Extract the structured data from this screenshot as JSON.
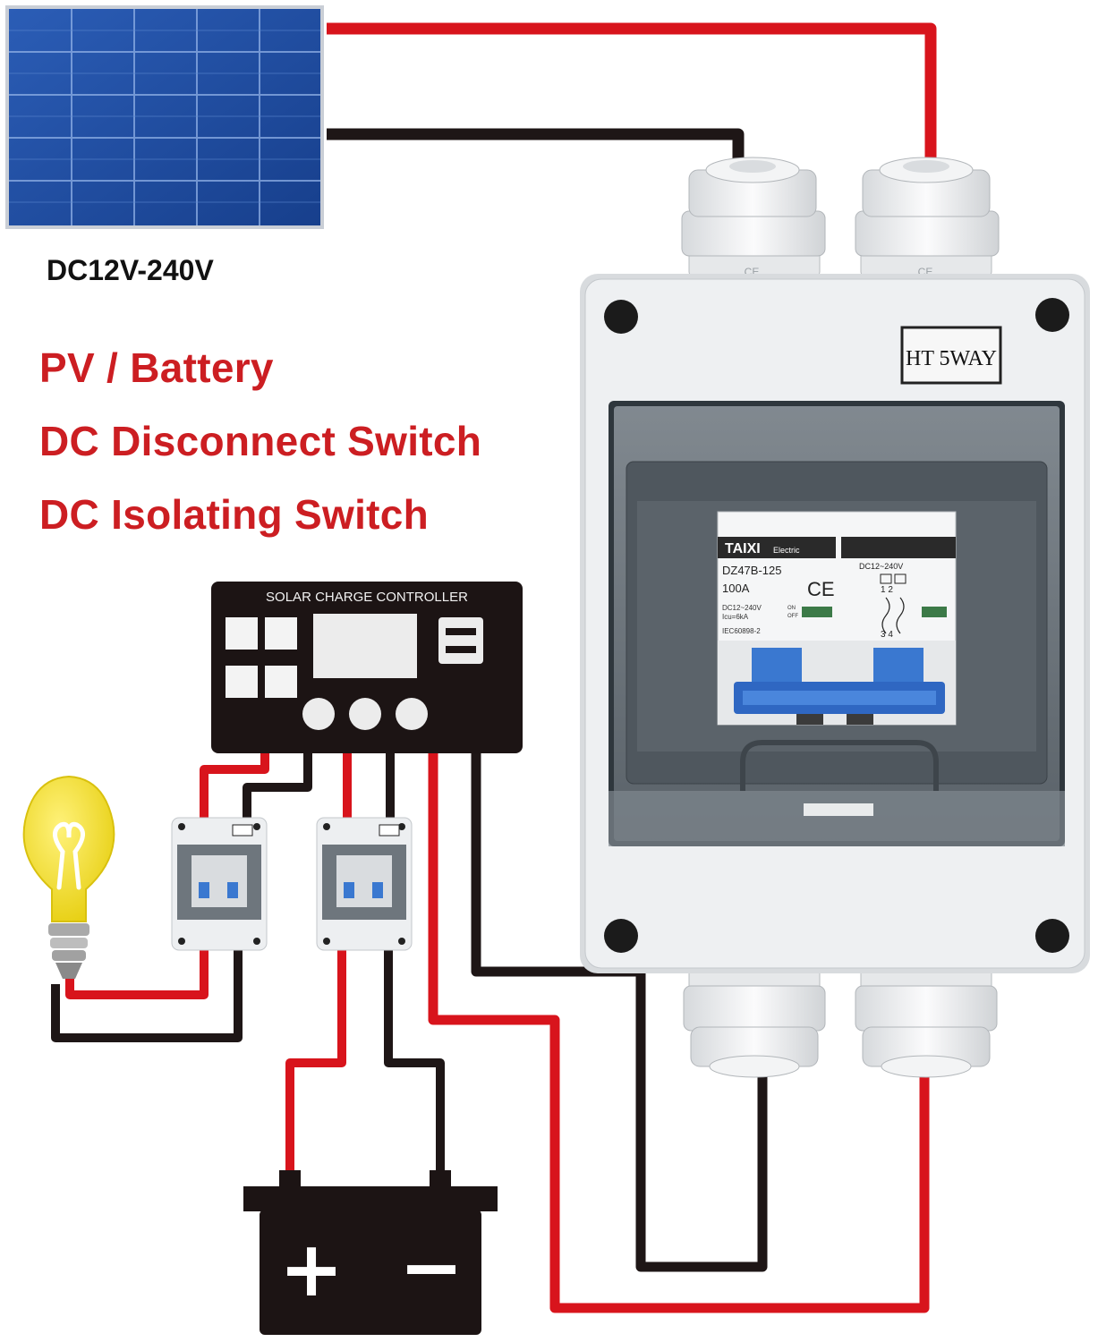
{
  "voltage_label": "DC12V-240V",
  "heading": {
    "lines": [
      "PV / Battery",
      "DC Disconnect Switch",
      "DC Isolating Switch"
    ],
    "color": "#cc1e22"
  },
  "controller": {
    "title": "SOLAR CHARGE CONTROLLER"
  },
  "enclosure": {
    "badge": "HT 5WAY"
  },
  "breaker": {
    "brand": "TAIXI",
    "brand_suffix": "Electric",
    "model": "DZ47B-125",
    "rating": "100A",
    "ce_mark": "CE",
    "voltage_spec": "DC12~240V",
    "spec_line_1": "DC12~240V",
    "spec_line_2": "Icu=6kA",
    "standard": "IEC60898-2",
    "on_label": "ON",
    "off_label": "OFF",
    "terminals_top": "1  2",
    "terminals_bottom": "3  4"
  },
  "gland_mark": "CE",
  "battery": {
    "positive_symbol": "+",
    "negative_symbol": "−"
  },
  "colors": {
    "wire_positive": "#d8141c",
    "wire_negative": "#1e1616",
    "panel_blue": "#1f4fa8",
    "controller_body": "#1c1414",
    "enclosure_body": "#e9ebed",
    "breaker_lever": "#3a78d0",
    "bulb": "#f4e21c"
  }
}
